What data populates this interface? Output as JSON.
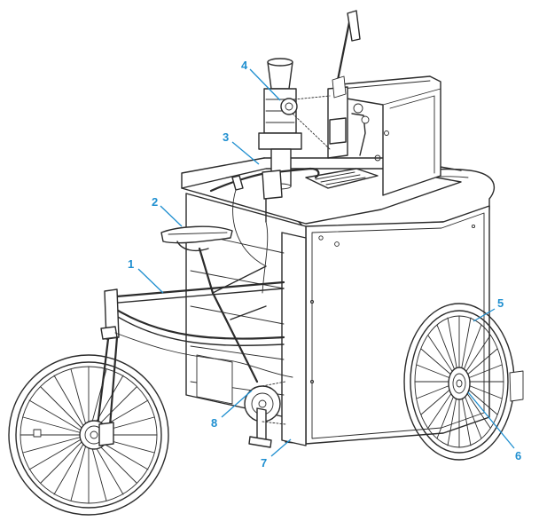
{
  "callouts": [
    {
      "id": "1",
      "text": "1"
    },
    {
      "id": "2",
      "text": "2"
    },
    {
      "id": "3",
      "text": "3"
    },
    {
      "id": "4",
      "text": "4"
    },
    {
      "id": "5",
      "text": "5"
    },
    {
      "id": "6",
      "text": "6"
    },
    {
      "id": "7",
      "text": "7"
    },
    {
      "id": "8",
      "text": "8"
    }
  ],
  "colors": {
    "callout": "#1f8fd0",
    "line_art": "#2b2b2b",
    "background": "#ffffff"
  }
}
